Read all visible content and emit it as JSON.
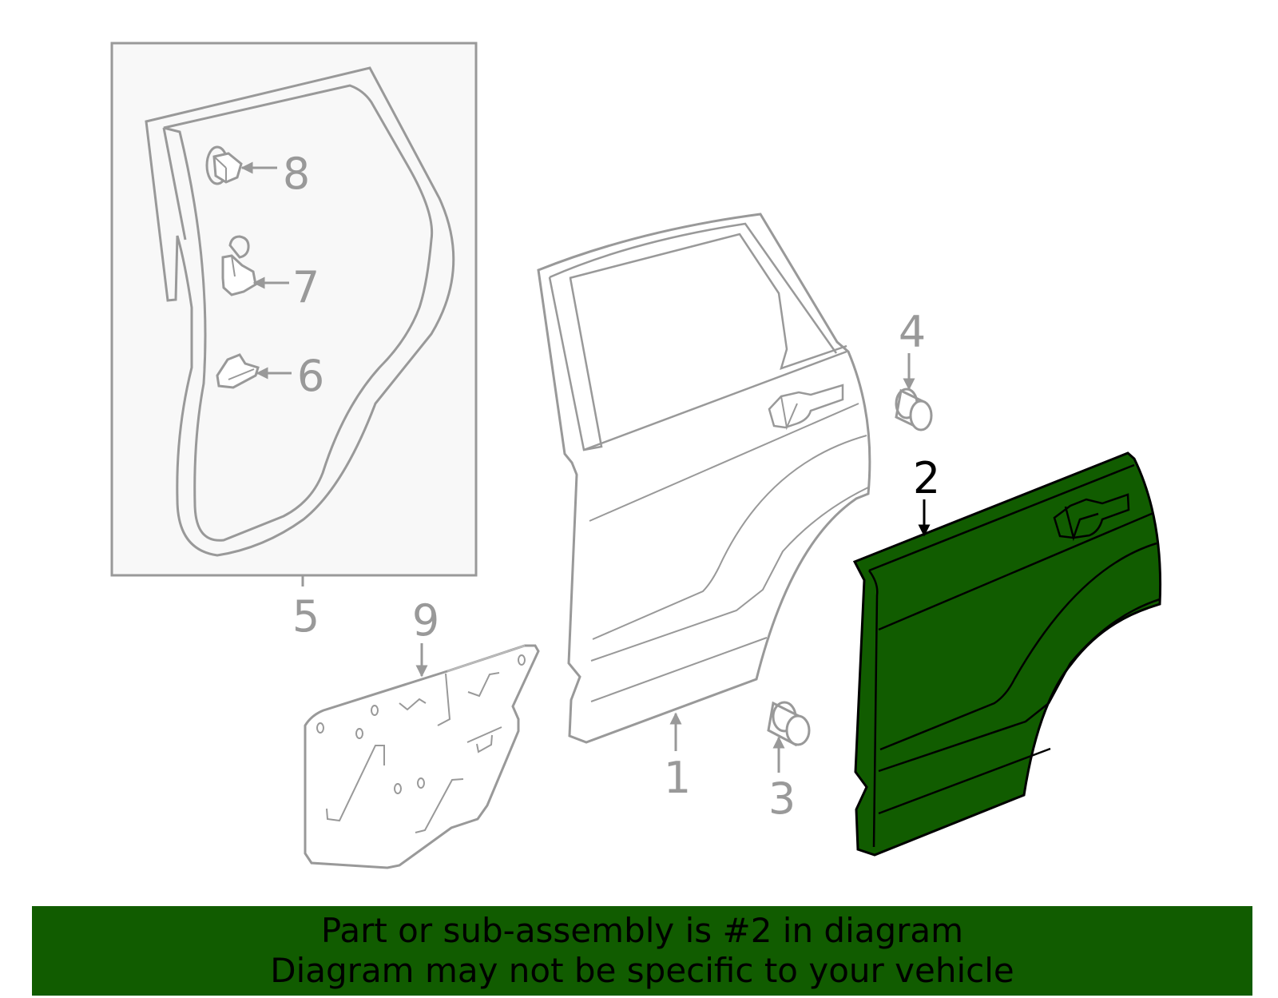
{
  "colors": {
    "highlight_fill": "#115c00",
    "outline_gray": "#999999",
    "inset_bg": "#f8f8f8",
    "text_black": "#000000"
  },
  "callouts": {
    "c1": "1",
    "c2": "2",
    "c3": "3",
    "c4": "4",
    "c5": "5",
    "c6": "6",
    "c7": "7",
    "c8": "8",
    "c9": "9"
  },
  "banner": {
    "line1": "Part or sub-assembly is #2 in diagram",
    "line2": "Diagram may not be specific to your vehicle"
  }
}
